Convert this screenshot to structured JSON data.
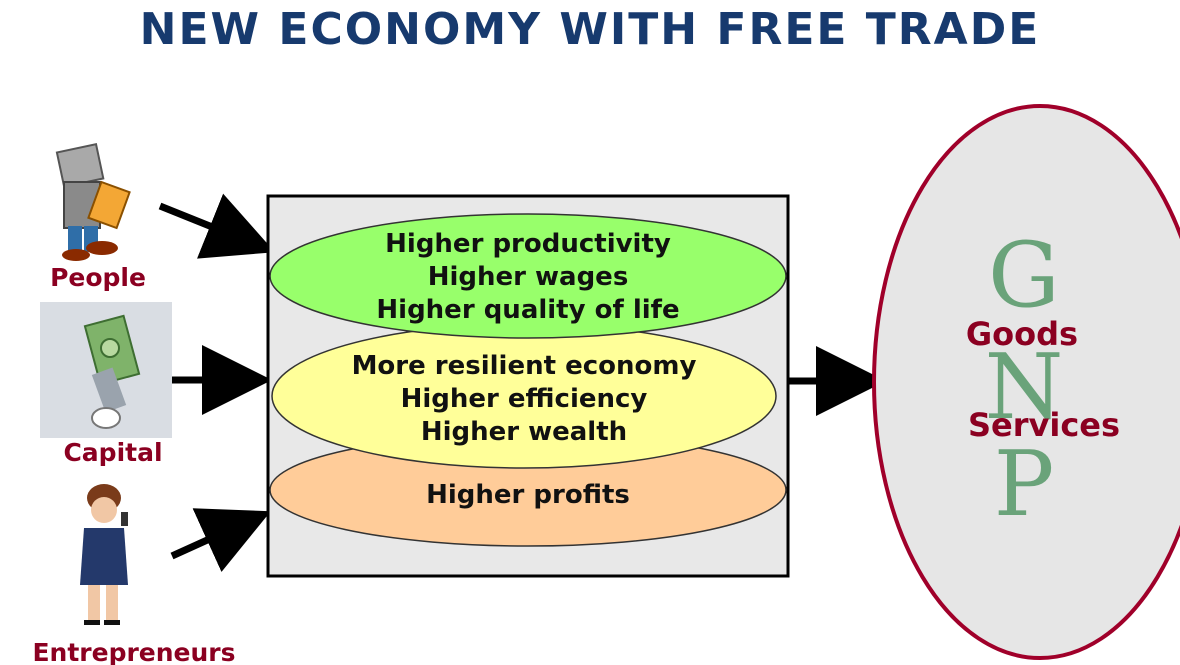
{
  "title": "NEW ECONOMY WITH FREE TRADE",
  "inputs": [
    {
      "label": "People",
      "icon": "person-reading-icon"
    },
    {
      "label": "Capital",
      "icon": "hand-holding-money-icon"
    },
    {
      "label": "Entrepreneurs",
      "icon": "businesswoman-on-phone-icon"
    }
  ],
  "outcomes": {
    "green": [
      "Higher productivity",
      "Higher wages",
      "Higher quality of life"
    ],
    "yellow": [
      "More resilient economy",
      "Higher efficiency",
      "Higher wealth"
    ],
    "orange": [
      "Higher profits"
    ]
  },
  "output": {
    "letters": [
      "G",
      "N",
      "P"
    ],
    "goods": "Goods",
    "services": "Services"
  },
  "colors": {
    "title": "#173a6e",
    "label": "#8b0021",
    "green": "#98ff6b",
    "yellow": "#ffff99",
    "orange": "#ffcc99",
    "box": "#e8e8e8",
    "gnp_letters": "#6aa37a",
    "gnp_border": "#a0002a"
  }
}
